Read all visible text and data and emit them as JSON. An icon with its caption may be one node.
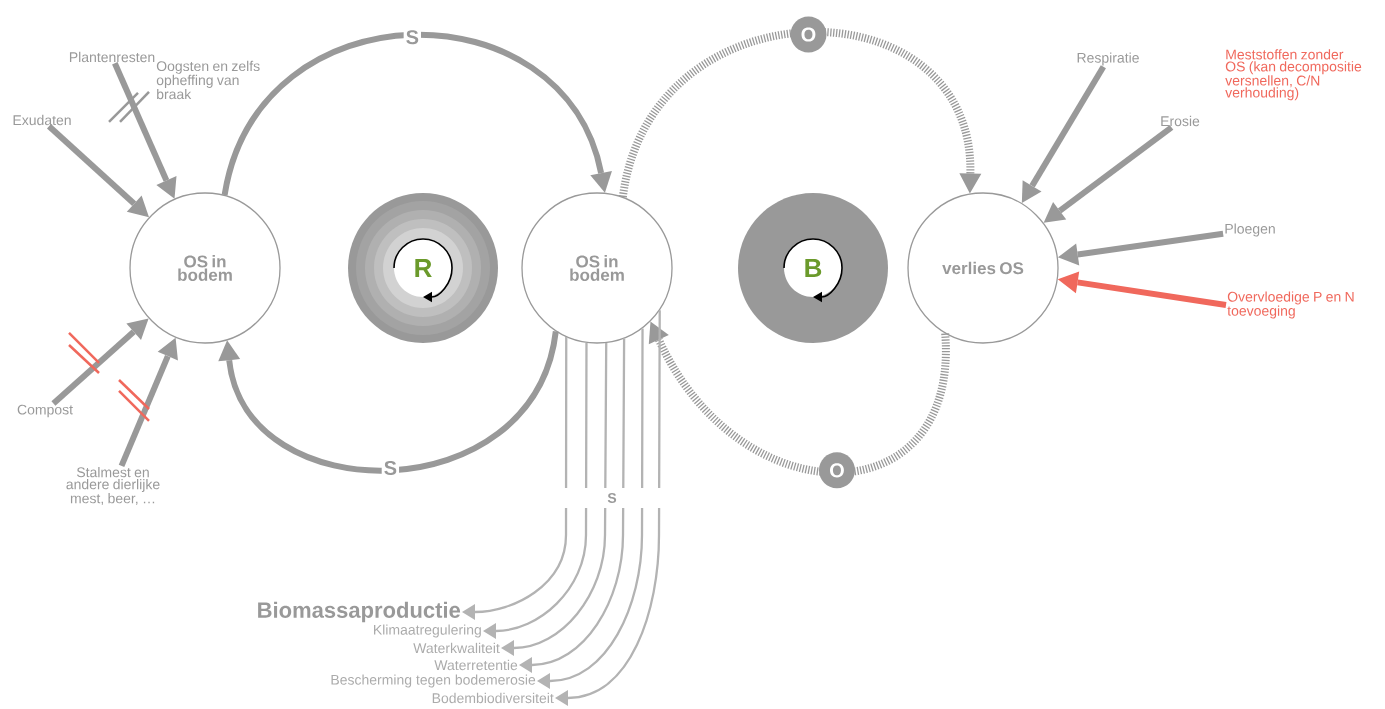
{
  "diagram": {
    "nodes": [
      {
        "text": [
          "OS in bodem"
        ]
      },
      {
        "text": [
          "R"
        ]
      },
      {
        "text": [
          "OS in bodem"
        ]
      },
      {
        "text": [
          "B"
        ]
      },
      {
        "text": [
          "verlies OS"
        ]
      },
      {
        "text": [
          "Plantenresten"
        ]
      },
      {
        "text": [
          "Exudaten"
        ]
      },
      {
        "text": [
          "Compost"
        ]
      },
      {
        "text": [
          "Stalmest en andere dierlijke mest, beer, …"
        ]
      },
      {
        "text": [
          "Respiratie"
        ]
      },
      {
        "text": [
          "Erosie"
        ]
      },
      {
        "text": [
          "Ploegen"
        ]
      },
      {
        "text": [
          "Overvloedige P en N toevoeging"
        ]
      },
      {
        "text": [
          "Biomassaproductie"
        ]
      },
      {
        "text": [
          "Klimaatregulering"
        ]
      },
      {
        "text": [
          "Waterkwaliteit"
        ]
      },
      {
        "text": [
          "Waterretentie"
        ]
      },
      {
        "text": [
          "Bescherming tegen bodemerosie"
        ]
      },
      {
        "text": [
          "Bodembiodiversiteit"
        ]
      }
    ],
    "edges": [
      {
        "from": 5,
        "to": 0,
        "arrow": "to"
      },
      {
        "from": 6,
        "to": 0,
        "arrow": "to"
      },
      {
        "from": 7,
        "to": 0,
        "arrow": "to"
      },
      {
        "from": 8,
        "to": 0,
        "arrow": "to"
      },
      {
        "from": 0,
        "to": 2,
        "arrow": "to",
        "label": "S"
      },
      {
        "from": 2,
        "to": 0,
        "arrow": "to",
        "label": "S"
      },
      {
        "from": 2,
        "to": 4,
        "arrow": "to",
        "label": "O",
        "style": "dashed"
      },
      {
        "from": 4,
        "to": 2,
        "arrow": "to",
        "label": "O",
        "style": "dashed"
      },
      {
        "from": 9,
        "to": 4,
        "arrow": "to"
      },
      {
        "from": 10,
        "to": 4,
        "arrow": "to"
      },
      {
        "from": 11,
        "to": 4,
        "arrow": "to"
      },
      {
        "from": 12,
        "to": 4,
        "arrow": "to",
        "color": "#f0685c"
      },
      {
        "from": 2,
        "to": 13,
        "arrow": "to",
        "color": "#b3b3b3"
      },
      {
        "from": 2,
        "to": 14,
        "arrow": "to",
        "color": "#b3b3b3"
      },
      {
        "from": 2,
        "to": 15,
        "arrow": "to",
        "color": "#b3b3b3"
      },
      {
        "from": 2,
        "to": 16,
        "arrow": "to",
        "color": "#b3b3b3"
      },
      {
        "from": 2,
        "to": 17,
        "arrow": "to",
        "color": "#b3b3b3"
      },
      {
        "from": 2,
        "to": 18,
        "arrow": "to",
        "color": "#b3b3b3"
      }
    ],
    "labels": [
      "Oogsten en zelfs opheffing van braak",
      "Meststoffen zonder OS (kan decompositie versnellen, C/N verhouding)",
      "S"
    ]
  }
}
